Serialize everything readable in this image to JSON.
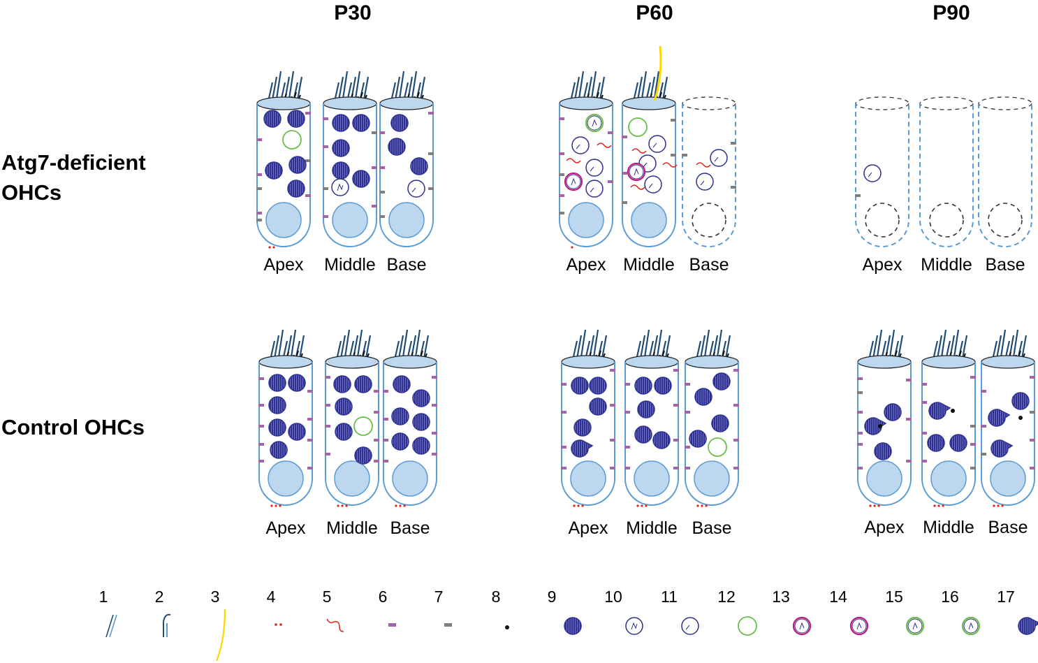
{
  "columns": [
    "P30",
    "P60",
    "P90"
  ],
  "rows": [
    "Atg7-deficient OHCs",
    "Control OHCs"
  ],
  "row_label_lines": [
    [
      "Atg7-deficient",
      "OHCs"
    ],
    [
      "Control OHCs"
    ]
  ],
  "positions": [
    "Apex",
    "Middle",
    "Base"
  ],
  "legend": [
    "1",
    "2",
    "3",
    "4",
    "5",
    "6",
    "7",
    "8",
    "9",
    "10",
    "11",
    "12",
    "13",
    "14",
    "15",
    "16",
    "17"
  ],
  "colors": {
    "cell_outline": "#5b9bd5",
    "nucleus_fill": "#bdd7ee",
    "dark_blue": "#2e3192",
    "purple_mark": "#a066aa",
    "gray_mark": "#7f7f7f",
    "green": "#6cc04a",
    "red": "#e2231a",
    "magenta": "#c0187c",
    "yellow": "#ffd700",
    "stereocilia": "#1f4e79",
    "dashed_black": "#333333"
  }
}
